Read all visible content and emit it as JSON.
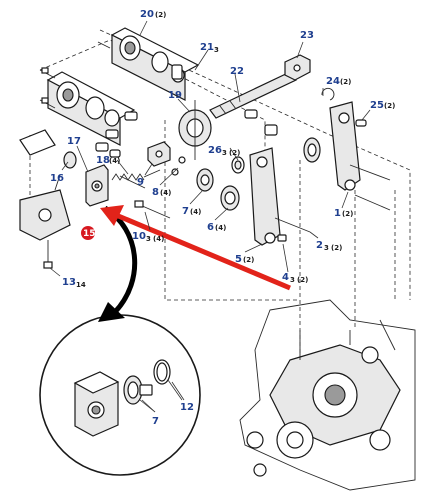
{
  "diagram": {
    "colors": {
      "callout": "#1f3f8f",
      "highlight": "#d71920",
      "arrow": "#e2231a",
      "line": "#1a1a1a"
    },
    "callouts": {
      "c20": {
        "num": "20",
        "qty": "(2)"
      },
      "c21": {
        "num": "21",
        "sub": "3"
      },
      "c23": {
        "num": "23"
      },
      "c22": {
        "num": "22"
      },
      "c24": {
        "num": "24",
        "qty": "(2)"
      },
      "c25": {
        "num": "25",
        "qty": "(2)"
      },
      "c19": {
        "num": "19"
      },
      "c17": {
        "num": "17"
      },
      "c18": {
        "num": "18",
        "qty": "(4)"
      },
      "c26": {
        "num": "26",
        "sub": "3",
        "qty": "(2)"
      },
      "c16": {
        "num": "16"
      },
      "c9": {
        "num": "9"
      },
      "c8": {
        "num": "8",
        "qty": "(4)"
      },
      "c7": {
        "num": "7",
        "qty": "(4)"
      },
      "c6": {
        "num": "6",
        "qty": "(4)"
      },
      "c1": {
        "num": "1",
        "qty": "(2)"
      },
      "c10": {
        "num": "10",
        "sub": "3",
        "qty": "(4)"
      },
      "c2": {
        "num": "2",
        "sub": "3",
        "qty": "(2)"
      },
      "c5": {
        "num": "5",
        "qty": "(2)"
      },
      "c4": {
        "num": "4",
        "sub": "3",
        "qty": "(2)"
      },
      "c13": {
        "num": "13",
        "sub": "14"
      },
      "c15": {
        "num": "15"
      },
      "d7": {
        "num": "7"
      },
      "d12": {
        "num": "12"
      }
    }
  }
}
